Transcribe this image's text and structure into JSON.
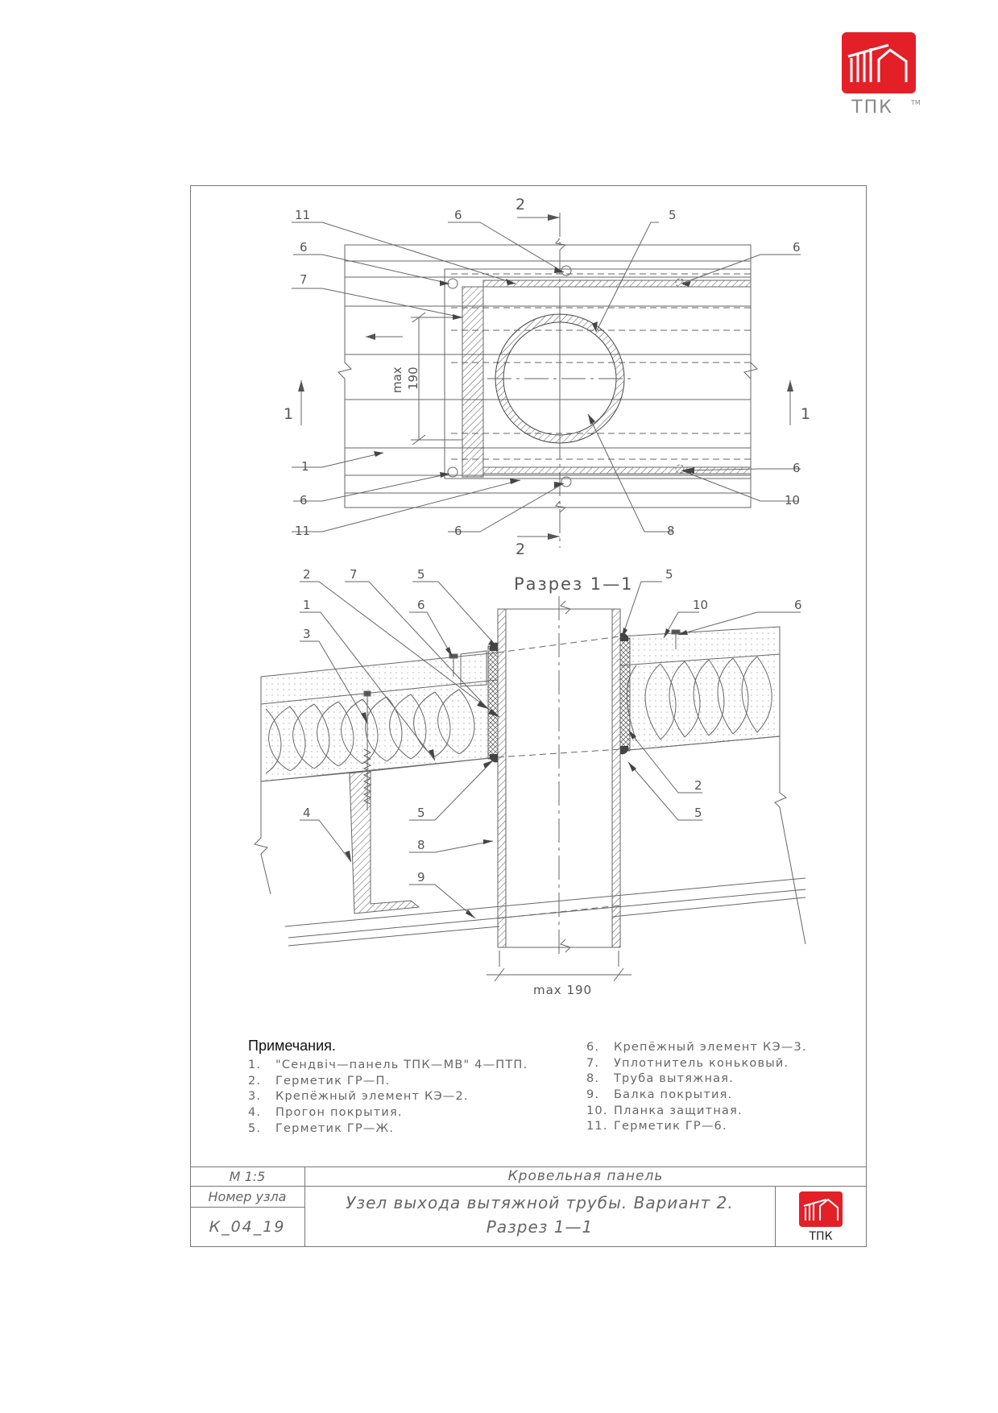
{
  "brand": {
    "logo_text": "ТПК",
    "trademark": "TM",
    "color": "#e32028"
  },
  "plan": {
    "section_mark_2": "2",
    "section_mark_1": "1",
    "dimension_label": "max\n190",
    "callouts": {
      "c11_top": "11",
      "c6_top_center": "6",
      "c5_top": "5",
      "c6_top_left": "6",
      "c6_top_right": "6",
      "c7": "7",
      "c1": "1",
      "c6_bottom_left": "6",
      "c11_bottom": "11",
      "c6_bottom_center": "6",
      "c8": "8",
      "c10": "10",
      "c6_right": "6"
    }
  },
  "section": {
    "title": "Разрез 1—1",
    "dimension_label": "max 190",
    "callouts": {
      "c2_top": "2",
      "c7": "7",
      "c5_top_left": "5",
      "c5_top_right": "5",
      "c10": "10",
      "c6_right": "6",
      "c1": "1",
      "c6_left": "6",
      "c3": "3",
      "c2_right": "2",
      "c5_bottom_right": "5",
      "c4": "4",
      "c5_bottom_left": "5",
      "c8": "8",
      "c9": "9"
    }
  },
  "notes": {
    "title": "Примечания.",
    "left": [
      {
        "num": "1.",
        "text": "\"Сендвiч—панель ТПК—МВ\" 4—ПТП."
      },
      {
        "num": "2.",
        "text": "Герметик ГР—П."
      },
      {
        "num": "3.",
        "text": "Крепёжный элемент КЭ—2."
      },
      {
        "num": "4.",
        "text": "Прогон покрытия."
      },
      {
        "num": "5.",
        "text": "Герметик ГР—Ж."
      }
    ],
    "right": [
      {
        "num": "6.",
        "text": "Крепёжный элемент КЭ—3."
      },
      {
        "num": "7.",
        "text": "Уплотнитель коньковый."
      },
      {
        "num": "8.",
        "text": "Труба вытяжная."
      },
      {
        "num": "9.",
        "text": "Балка покрытия."
      },
      {
        "num": "10.",
        "text": "Планка защитная."
      },
      {
        "num": "11.",
        "text": "Герметик ГР—6."
      }
    ]
  },
  "title_block": {
    "scale": "М 1:5",
    "category": "Кровельная панель",
    "node_number_label": "Номер узла",
    "node_number": "К_04_19",
    "title_line1": "Узел выхода вытяжной трубы. Вариант 2.",
    "title_line2": "Разрез 1—1",
    "logo_text": "ТПК"
  }
}
